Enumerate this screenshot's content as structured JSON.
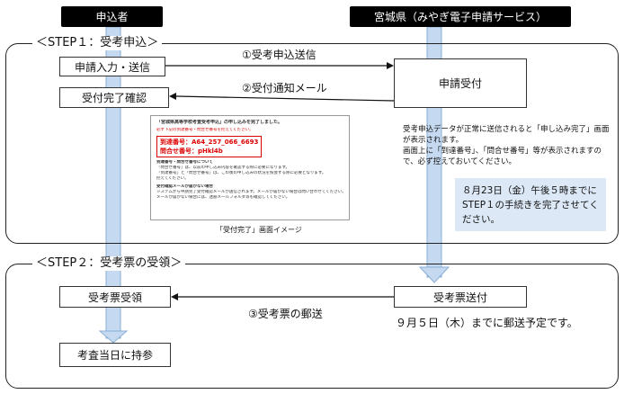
{
  "headers": {
    "applicant": "申込者",
    "prefecture": "宮城県（みやぎ電子申請サービス）"
  },
  "step1": {
    "label": "＜STEP１：受考申込＞"
  },
  "step2": {
    "label": "＜STEP２：受考票の受領＞"
  },
  "boxes": {
    "apply_input": "申請入力・送信",
    "receipt_confirm": "受付完了確認",
    "application_received": "申請受付",
    "ticket_receive": "受考票受領",
    "ticket_send": "受考票送付",
    "bring_on_day": "考査当日に持参"
  },
  "arrows": {
    "submit": "①受考申込送信",
    "notify": "②受付通知メール",
    "mail_ticket": "③受考票の郵送"
  },
  "notes": {
    "line1": "受考申込データが正常に送信されると「申し込み完了」画面",
    "line2": "が表示されます。",
    "line3": "画面上に「到達番号」、「問合せ番号」等が表示されますの",
    "line4": "で、必ず控えておいてください。"
  },
  "deadline": {
    "line1": "８月23日（金）午後５時までに",
    "line2": "STEP１の手続きを完了させてく",
    "line3": "ださい。"
  },
  "screenshot_image": {
    "title": "「宮城県高等学校考査受考申込」の申し込みを完了しました。",
    "warn": "必ず下記の到達番号・問合せ番号を控えてください。",
    "arrival_number": "到達番号：A64_257_066_6693",
    "inquiry_number": "問合せ番号：pHkl4b",
    "section1": "到達番号・問合せ番号について",
    "p1": "「問合せ番号」は、以前の申し込み内容を確認する際に必要になります。",
    "p2": "「到達番号」と「問合せ番号」は、この後の申し込みの状況を照会する際に必要となります。",
    "p3": "控えてください。",
    "section2": "受付確認メールが届かない場合",
    "p4": "システムから申請完了受付確認メールが送信されます。メールが届かない場合は問い合わせてください。",
    "p5": "メールが届かない場合には、迷惑メールフォルダ等も確認してください。",
    "caption": "「受付完了」画面イメージ"
  },
  "schedule": "９月５日（木）までに郵送予定です。",
  "colors": {
    "flow_fill": "#c5d9f0",
    "flow_stroke": "#8aaed6",
    "deadline_bg": "#dce8f5",
    "warn_red": "#dd0000"
  }
}
